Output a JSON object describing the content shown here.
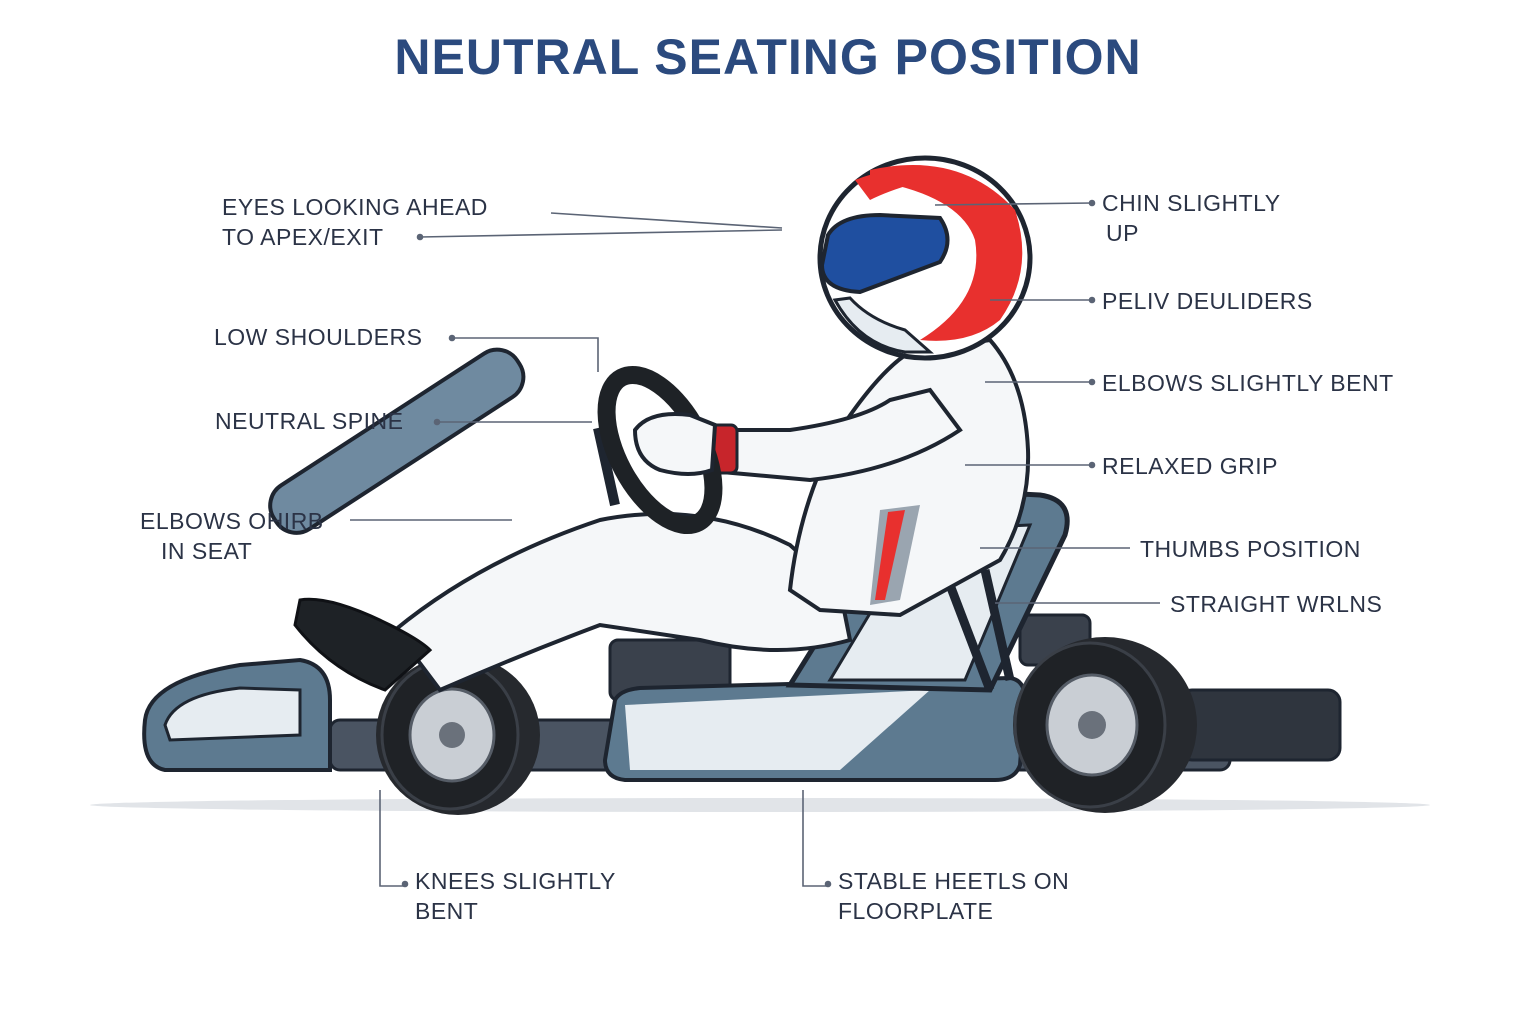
{
  "title": "NEUTRAL SEATING POSITION",
  "colors": {
    "title": "#2b4a7e",
    "text": "#2b3346",
    "leader": "#5b6475",
    "kart_body": "#5d7a90",
    "kart_light": "#e6ecf1",
    "suit": "#ffffff",
    "helmet_red": "#e8302e",
    "visor": "#1f4fa0",
    "tire": "#26292e"
  },
  "labels_left": [
    {
      "id": "eyes",
      "lines": [
        "EYES LOOKING AHEAD",
        "TO APEX/EXIT"
      ]
    },
    {
      "id": "shoulders",
      "lines": [
        "LOW SHOULDERS"
      ]
    },
    {
      "id": "spine",
      "lines": [
        "NEUTRAL SPINE"
      ]
    },
    {
      "id": "elbows-seat",
      "lines": [
        "ELBOWS OHIRB",
        "IN SEAT"
      ]
    }
  ],
  "labels_right": [
    {
      "id": "chin",
      "lines": [
        "CHIN SLIGHTLY",
        "UP"
      ]
    },
    {
      "id": "peliv",
      "lines": [
        "PELIV DEULIDERS"
      ]
    },
    {
      "id": "elbows-bent",
      "lines": [
        "ELBOWS SLIGHTLY BENT"
      ]
    },
    {
      "id": "grip",
      "lines": [
        "RELAXED GRIP"
      ]
    },
    {
      "id": "thumbs",
      "lines": [
        "THUMBS POSITION"
      ]
    },
    {
      "id": "wrists",
      "lines": [
        "STRAIGHT WRLNS"
      ]
    }
  ],
  "labels_bottom": [
    {
      "id": "knees",
      "lines": [
        "KNEES SLIGHTLY",
        "BENT"
      ]
    },
    {
      "id": "heels",
      "lines": [
        "STABLE HEETLS ON",
        "FLOORPLATE"
      ]
    }
  ]
}
